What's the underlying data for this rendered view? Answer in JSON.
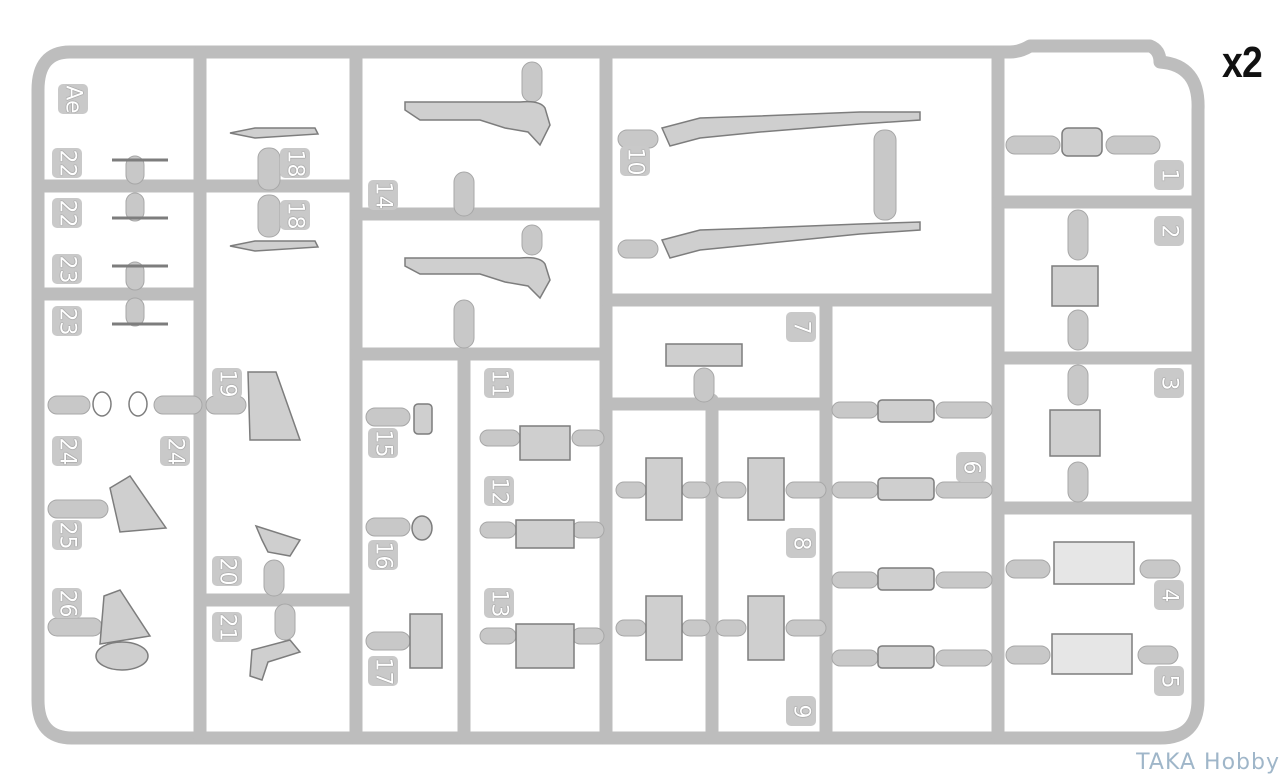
{
  "sprue": {
    "code": "Ae",
    "copies": "x2",
    "part_numbers": [
      "1",
      "2",
      "3",
      "4",
      "5",
      "6",
      "7",
      "8",
      "9",
      "10",
      "11",
      "12",
      "13",
      "14",
      "15",
      "16",
      "17",
      "18",
      "18",
      "19",
      "20",
      "21",
      "22",
      "22",
      "23",
      "23",
      "24",
      "24",
      "25",
      "26"
    ]
  },
  "watermark": "TAKA Hobby",
  "colors": {
    "plastic": "#c4c4c4",
    "plastic_edge": "#9e9e9e",
    "part_detail": "#7d7d7d"
  }
}
